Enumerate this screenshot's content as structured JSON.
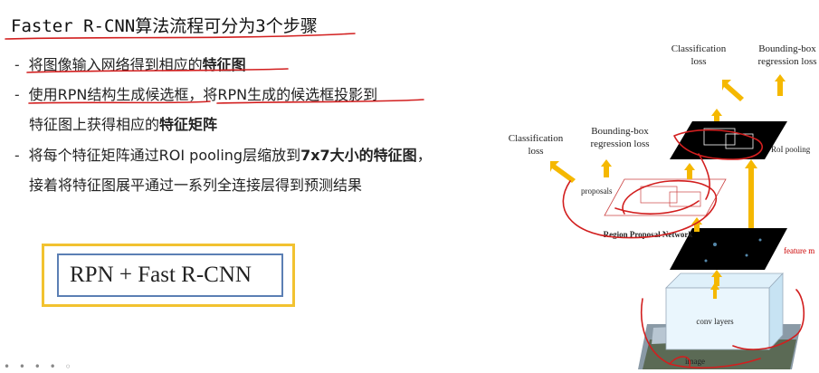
{
  "slide": {
    "title": "Faster R-CNN算法流程可分为3个步骤",
    "bullets": [
      {
        "prefix": "将图像输入网络得到相应的",
        "bold": "特征图",
        "suffix": ""
      },
      {
        "prefix": "使用RPN结构生成候选框，将RPN生成的候选框投影到",
        "bold": "",
        "suffix": ""
      },
      {
        "prefix": "特征图上获得相应的",
        "bold": "特征矩阵",
        "suffix": ""
      },
      {
        "prefix": "将每个特征矩阵通过ROI pooling层缩放到",
        "bold": "7x7大小的特征图",
        "suffix": "，"
      },
      {
        "prefix": "接着将特征图展平通过一系列全连接层得到预测结果",
        "bold": "",
        "suffix": ""
      }
    ],
    "dash": "-",
    "formula": "RPN + Fast R-CNN",
    "footer": "• • • • ◦"
  },
  "diagram": {
    "classification_loss_top_l1": "Classification",
    "classification_loss_top_l2": "loss",
    "bbox_loss_top_l1": "Bounding-box",
    "bbox_loss_top_l2": "regression loss",
    "classification_loss_left_l1": "Classification",
    "classification_loss_left_l2": "loss",
    "bbox_loss_mid_l1": "Bounding-box",
    "bbox_loss_mid_l2": "regression loss",
    "roi_pooling": "RoI pooling",
    "proposals": "proposals",
    "rpn": "Region Proposal Network",
    "feature_maps": "feature m",
    "conv_layers": "conv layers",
    "image": "image"
  },
  "colors": {
    "arrow": "#f5b800",
    "ink": "#d21f1f",
    "outer_box": "#f2c230",
    "inner_box": "#5b7fb4"
  }
}
